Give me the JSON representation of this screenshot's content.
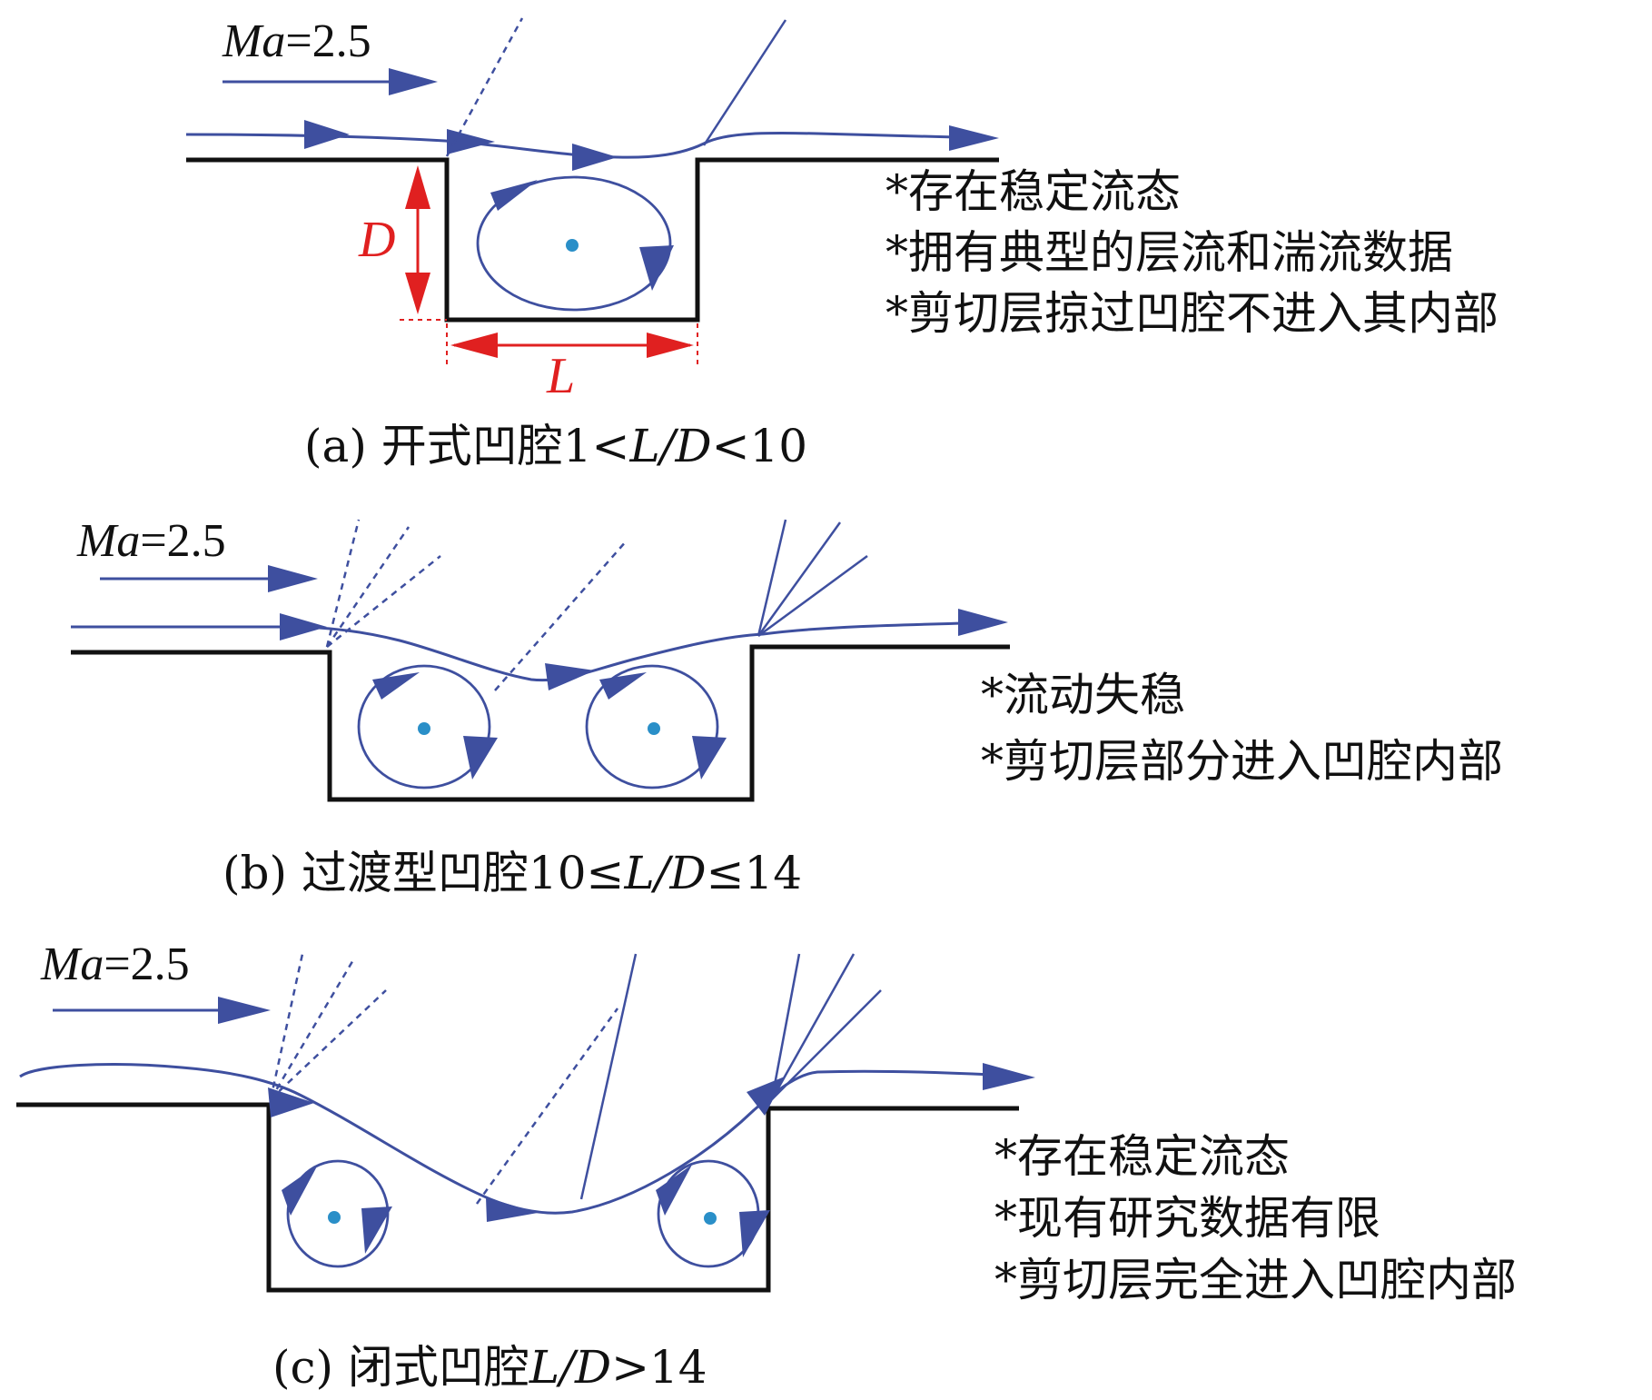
{
  "panels": [
    {
      "id": "a",
      "ma_var": "Ma",
      "ma_value": "=2.5",
      "notes": [
        "*存在稳定流态",
        "*拥有典型的层流和湍流数据",
        "*剪切层掠过凹腔不进入其内部"
      ],
      "caption_prefix": "(a) 开式凹腔1<",
      "caption_ratio": "L/D",
      "caption_suffix": "<10"
    },
    {
      "id": "b",
      "ma_var": "Ma",
      "ma_value": "=2.5",
      "notes": [
        "*流动失稳",
        "*剪切层部分进入凹腔内部"
      ],
      "caption_prefix": "(b) 过渡型凹腔10≤",
      "caption_ratio": "L/D",
      "caption_suffix": "≤14"
    },
    {
      "id": "c",
      "ma_var": "Ma",
      "ma_value": "=2.5",
      "notes": [
        "*存在稳定流态",
        "*现有研究数据有限",
        "*剪切层完全进入凹腔内部"
      ],
      "caption_prefix": "(c) 闭式凹腔",
      "caption_ratio": "L/D",
      "caption_suffix": ">14"
    }
  ],
  "dimensions": {
    "depth_label": "D",
    "length_label": "L"
  },
  "colors": {
    "flow": "#3e4f9f",
    "wall": "#111111",
    "dimension": "#e02020",
    "vortex_center": "#2a8fc8"
  }
}
